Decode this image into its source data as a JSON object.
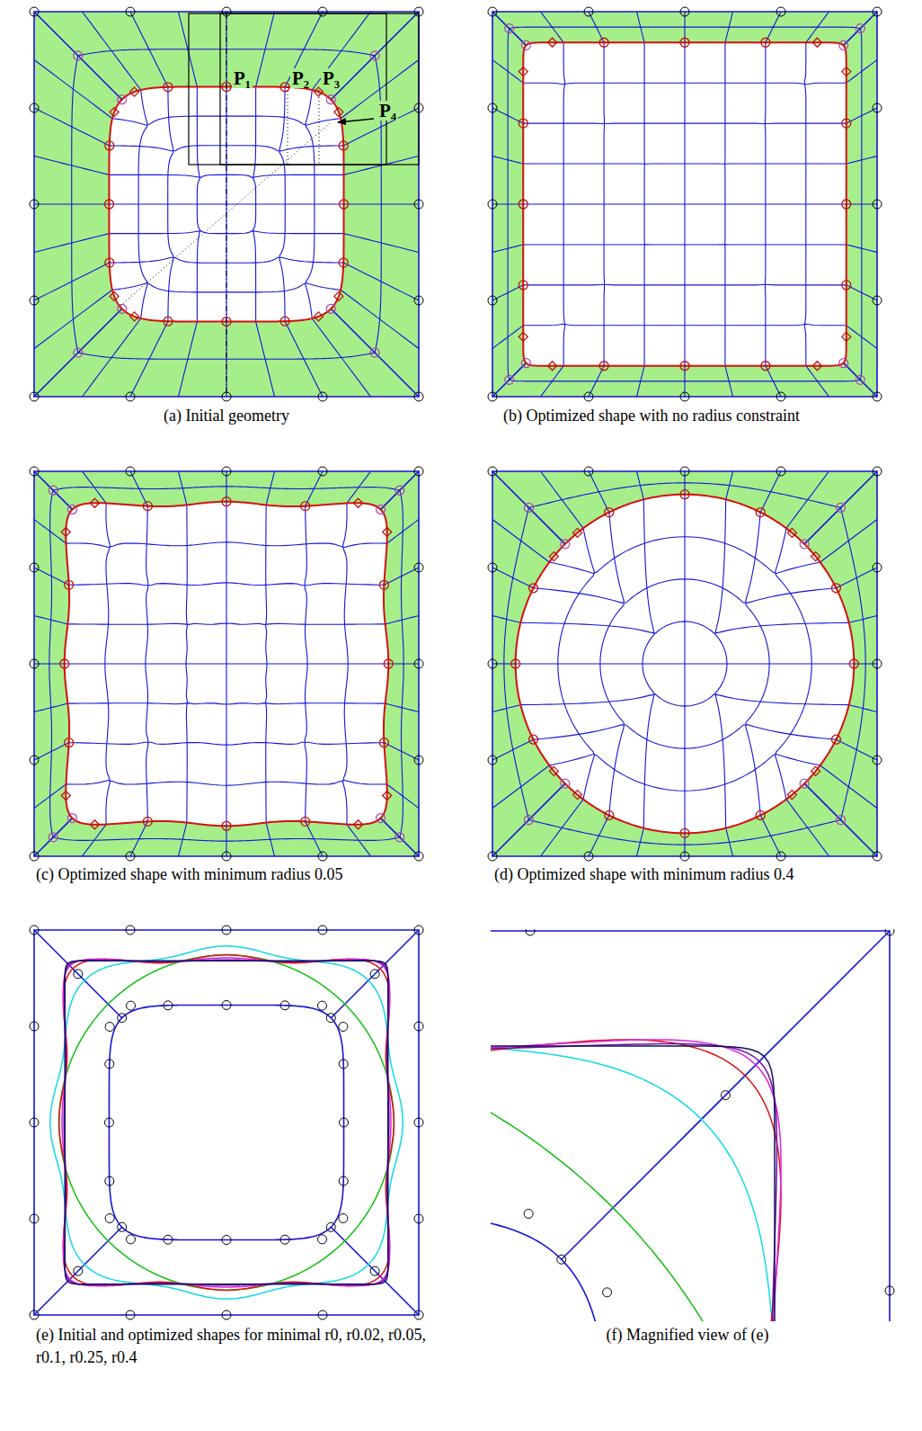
{
  "diagram": {
    "labels": [
      "P₁",
      "P₂",
      "P₃",
      "P₄",
      "(a) Initial geometry",
      "(b) Optimized shape with no radius constraint",
      "(c) Optimized shape with minimum radius 0.05",
      "(d) Optimized shape with minimum radius 0.4",
      "(e) Initial and optimized shapes for minimal r0, r0.02, r0.05, r0.1, r0.25, r0.4",
      "(f) Magnified view of (e)"
    ]
  }
}
